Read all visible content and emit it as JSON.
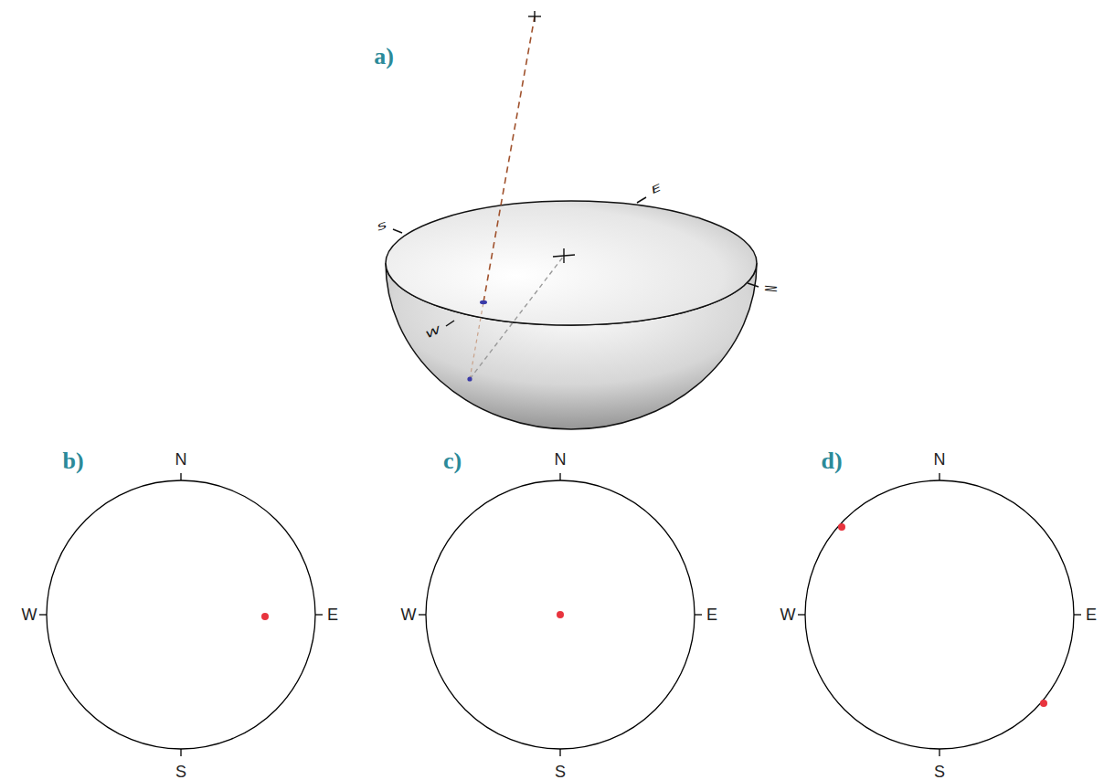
{
  "diagram": {
    "labels": [
      "a)",
      "b)",
      "c)",
      "d)",
      "S",
      "E",
      "N",
      "W",
      "N",
      "W",
      "E",
      "S",
      "N",
      "W",
      "E",
      "S",
      "N",
      "W",
      "E",
      "S"
    ]
  }
}
